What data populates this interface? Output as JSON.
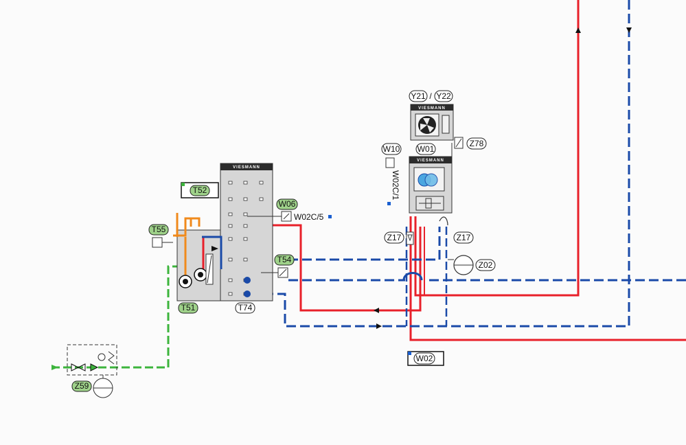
{
  "labels": {
    "y21": "Y21",
    "slash": "/",
    "y22": "Y22",
    "w10": "W10",
    "w01": "W01",
    "z78": "Z78",
    "w02c1": "W02C/1",
    "z17_left": "Z17",
    "z17_right": "Z17",
    "z02": "Z02",
    "w02": "W02",
    "t52": "T52",
    "w06": "W06",
    "w02c5": "W02C/5",
    "t55": "T55",
    "t54": "T54",
    "t51": "T51",
    "t74": "T74",
    "z59": "Z59"
  },
  "brand": {
    "top_unit": "VIESMANN",
    "main_unit": "VIESMANN",
    "storage_unit": "VIESMANN"
  },
  "colors": {
    "supply": "#e8202a",
    "return": "#1a4aa8",
    "cold_water": "#3cb43c",
    "hot_water": "#f08a1c",
    "tag_green": "#9fd28a",
    "panel": "#d6d6d6",
    "header": "#2c2c2c"
  }
}
